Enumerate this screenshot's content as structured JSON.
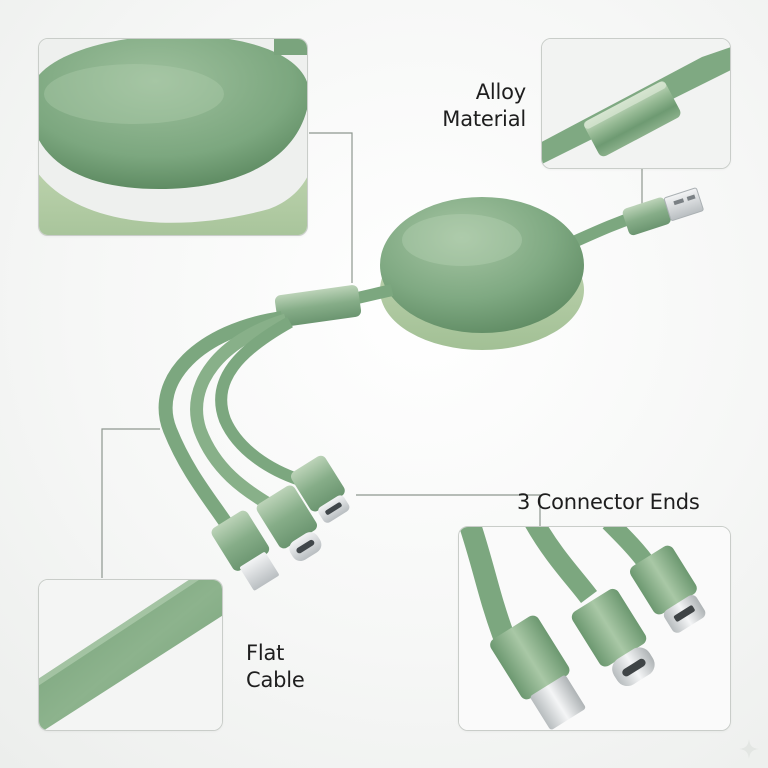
{
  "callouts": {
    "alloy": {
      "line1": "Alloy",
      "line2": "Material"
    },
    "connectors": {
      "text": "3 Connector Ends"
    },
    "flat": {
      "line1": "Flat",
      "line2": "Cable"
    }
  },
  "colors": {
    "sage": "#7faa82",
    "sage_dark": "#5f8a64",
    "sage_light": "#a9c6a6",
    "rim": "#b8cfaa",
    "metal": "#dfe3e4",
    "leader": "#8e978f"
  },
  "icons": [
    "sparkle-icon"
  ]
}
